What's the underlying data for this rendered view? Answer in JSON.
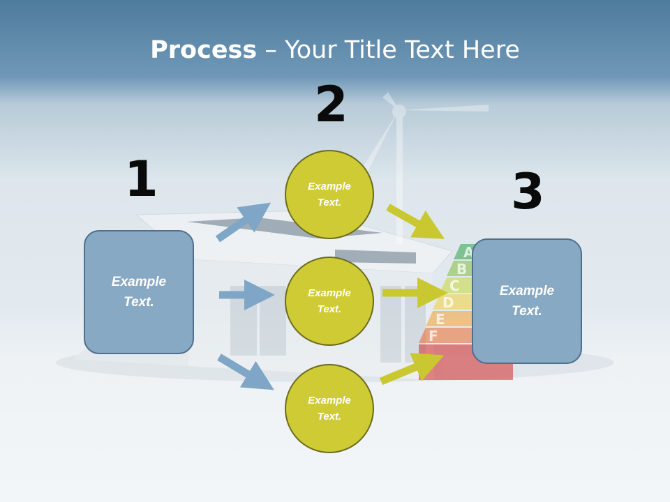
{
  "title": {
    "bold": "Process",
    "rest": " – Your Title Text Here"
  },
  "steps": [
    {
      "number": "1",
      "text": "Example\nText."
    },
    {
      "number": "2",
      "text": "Example\nText."
    },
    {
      "number": "3",
      "text": "Example\nText."
    }
  ],
  "circles": [
    {
      "text": "Example\nText."
    },
    {
      "text": "Example\nText."
    },
    {
      "text": "Example\nText."
    }
  ],
  "energy_label": {
    "letters": [
      "A",
      "B",
      "C",
      "D",
      "E",
      "F"
    ]
  },
  "colors": {
    "box_fill": "#87a9c4",
    "circle_fill": "#cfcb34",
    "blue_arrow": "#7fa6c6",
    "yellow_arrow": "#c9c830"
  }
}
